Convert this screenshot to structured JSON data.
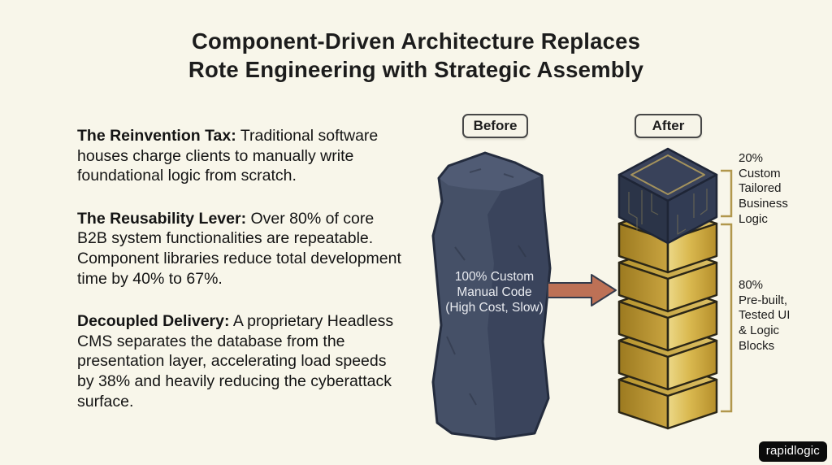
{
  "title": {
    "line1": "Component-Driven Architecture Replaces",
    "line2": "Rote Engineering with Strategic Assembly"
  },
  "bullets": [
    {
      "heading": "The Reinvention Tax:",
      "body": " Traditional software houses charge clients to manually write foundational logic from scratch."
    },
    {
      "heading": "The Reusability Lever:",
      "body": " Over 80% of core B2B system functionalities are repeatable. Component libraries reduce total development time by 40% to 67%."
    },
    {
      "heading": "Decoupled Delivery:",
      "body": " A proprietary Headless CMS separates the database from the presentation layer, accelerating load speeds by 38% and heavily reducing the cyberattack surface."
    }
  ],
  "comparison": {
    "before_label": "Before",
    "after_label": "After",
    "monolith_caption": [
      "100% Custom",
      "Manual Code",
      "(High Cost, Slow)"
    ],
    "annotation_top": [
      "20%",
      "Custom",
      "Tailored",
      "Business",
      "Logic"
    ],
    "annotation_bottom": [
      "80%",
      "Pre-built,",
      "Tested UI",
      "& Logic",
      "Blocks"
    ]
  },
  "watermark": "rapidlogic",
  "colors": {
    "background": "#f8f6ea",
    "stone_light": "#505b74",
    "stone_mid": "#455067",
    "stone_dark": "#3a445c",
    "gold": "#c9a53e",
    "navy_block": "#323c54",
    "arrow": "#bd7156",
    "bracket": "#b1974c",
    "text": "#1b1b1b"
  }
}
